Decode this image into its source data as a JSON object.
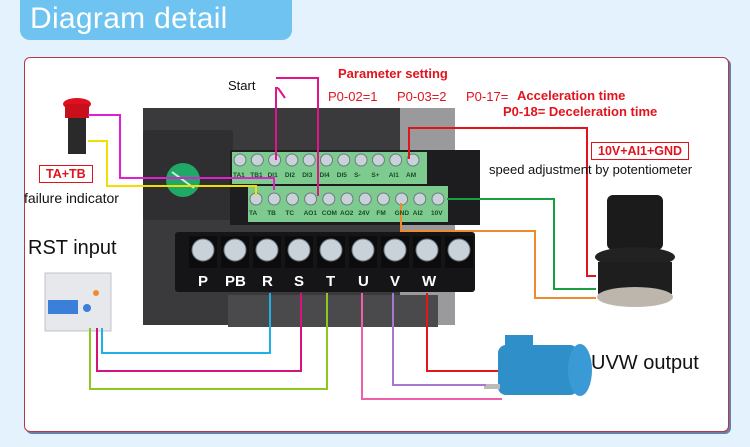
{
  "header": {
    "title": "Diagram detail"
  },
  "labels": {
    "start": "Start",
    "parameter_setting": "Parameter setting",
    "p0_02": "P0-02=1",
    "p0_03": "P0-03=2",
    "p0_17": "P0-17=",
    "acceleration": "Acceleration time",
    "p0_18": "P0-18= Deceleration time",
    "pot_box": "10V+AI1+GND",
    "pot_caption": "speed adjustment by potentiometer",
    "ta_tb": "TA+TB",
    "failure": "failure indicator",
    "rst": "RST input",
    "uvw": "UVW output"
  },
  "control_terminals_top": [
    "TA1",
    "TB1",
    "DI1",
    "DI2",
    "DI3",
    "DI4",
    "DI5",
    "S-",
    "S+",
    "AI1",
    "AM"
  ],
  "control_terminals_bottom": [
    "TA",
    "TB",
    "TC",
    "AO1",
    "COM",
    "AO2",
    "24V",
    "FM",
    "GND",
    "AI2",
    "10V"
  ],
  "power_terminals": [
    "P",
    "PB",
    "R",
    "S",
    "T",
    "U",
    "V",
    "W",
    ""
  ],
  "wire_colors": {
    "ta": "#f0e000",
    "tb": "#e020d0",
    "start": "#e0148c",
    "ai1": "#e1141e",
    "tenv": "#18a040",
    "gnd": "#f08a30",
    "r": "#20b0e8",
    "s": "#d4147a",
    "t": "#8cc820",
    "u": "#f060a8",
    "v": "#a878d0",
    "w": "#e01818"
  }
}
